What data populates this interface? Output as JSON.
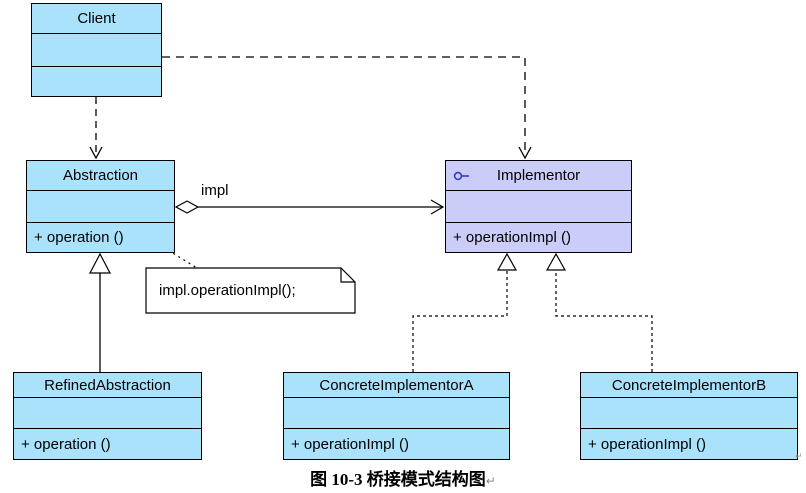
{
  "figure": {
    "caption": "图 10-3 桥接模式结构图",
    "caption_paragraph_mark": "↵",
    "stray_paragraph_mark": "↵"
  },
  "classes": {
    "client": {
      "name": "Client",
      "attributes": "",
      "methods": ""
    },
    "abstraction": {
      "name": "Abstraction",
      "attributes": "",
      "methods": "+ operation ()"
    },
    "implementor": {
      "name": "Implementor",
      "attributes": "",
      "methods": "+ operationImpl ()",
      "icon": "interface-lollipop-icon"
    },
    "refined_abstraction": {
      "name": "RefinedAbstraction",
      "attributes": "",
      "methods": "+ operation ()"
    },
    "concrete_implementor_a": {
      "name": "ConcreteImplementorA",
      "attributes": "",
      "methods": "+ operationImpl ()"
    },
    "concrete_implementor_b": {
      "name": "ConcreteImplementorB",
      "attributes": "",
      "methods": "+ operationImpl ()"
    }
  },
  "note": {
    "text": "impl.operationImpl();"
  },
  "relationships": {
    "aggregation_label": "impl",
    "list": [
      {
        "from": "Client",
        "to": "Abstraction",
        "type": "dependency-dashed-arrow"
      },
      {
        "from": "Client",
        "to": "Implementor",
        "type": "dependency-dashed-arrow"
      },
      {
        "from": "Abstraction",
        "to": "Implementor",
        "type": "aggregation-open-arrow",
        "label": "impl"
      },
      {
        "from": "RefinedAbstraction",
        "to": "Abstraction",
        "type": "generalization-hollow-triangle"
      },
      {
        "from": "ConcreteImplementorA",
        "to": "Implementor",
        "type": "realization-dashed-hollow-triangle"
      },
      {
        "from": "ConcreteImplementorB",
        "to": "Implementor",
        "type": "realization-dashed-hollow-triangle"
      },
      {
        "from": "Abstraction.operation",
        "to": "note",
        "type": "note-anchor-dotted"
      }
    ]
  },
  "colors": {
    "class_fill": "#ABE2FB",
    "interface_fill": "#CCCCF8",
    "border": "#000000",
    "interface_icon": "#3A3AC0"
  }
}
